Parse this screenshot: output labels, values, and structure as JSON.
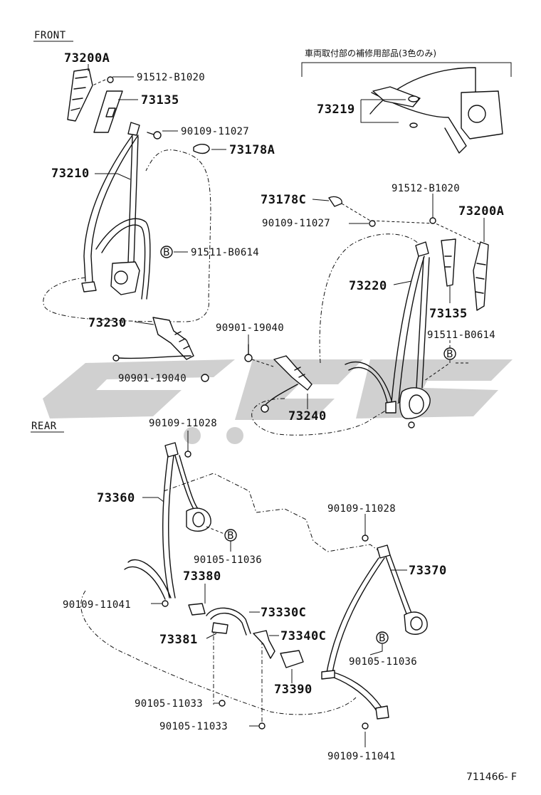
{
  "sections": {
    "front": "FRONT",
    "rear": "REAR"
  },
  "note_jp": "車両取付部の補修用部品(3色のみ)",
  "circle_mark": "B",
  "drawing_code": "711466- F",
  "labels": {
    "l73200a_1": "73200A",
    "l91512_1": "91512-B1020",
    "l73135_1": "73135",
    "l90109_11027_1": "90109-11027",
    "l73178a": "73178A",
    "l73210": "73210",
    "l91511_1": "91511-B0614",
    "l73230": "73230",
    "l90901_a": "90901-19040",
    "l90901_b": "90901-19040",
    "l73219": "73219",
    "l73178c": "73178C",
    "l91512_2": "91512-B1020",
    "l90109_11027_2": "90109-11027",
    "l73200a_2": "73200A",
    "l73220": "73220",
    "l73135_2": "73135",
    "l91511_2": "91511-B0614",
    "l73240": "73240",
    "l90109_11028_1": "90109-11028",
    "l73360": "73360",
    "l90105_11036_1": "90105-11036",
    "l90109_11028_2": "90109-11028",
    "l73370": "73370",
    "l73380": "73380",
    "l90109_11041_1": "90109-11041",
    "l73330c": "73330C",
    "l73381": "73381",
    "l73340c": "73340C",
    "l90105_11036_2": "90105-11036",
    "l73390": "73390",
    "l90105_11033_1": "90105-11033",
    "l90105_11033_2": "90105-11033",
    "l90109_11041_2": "90109-11041"
  }
}
